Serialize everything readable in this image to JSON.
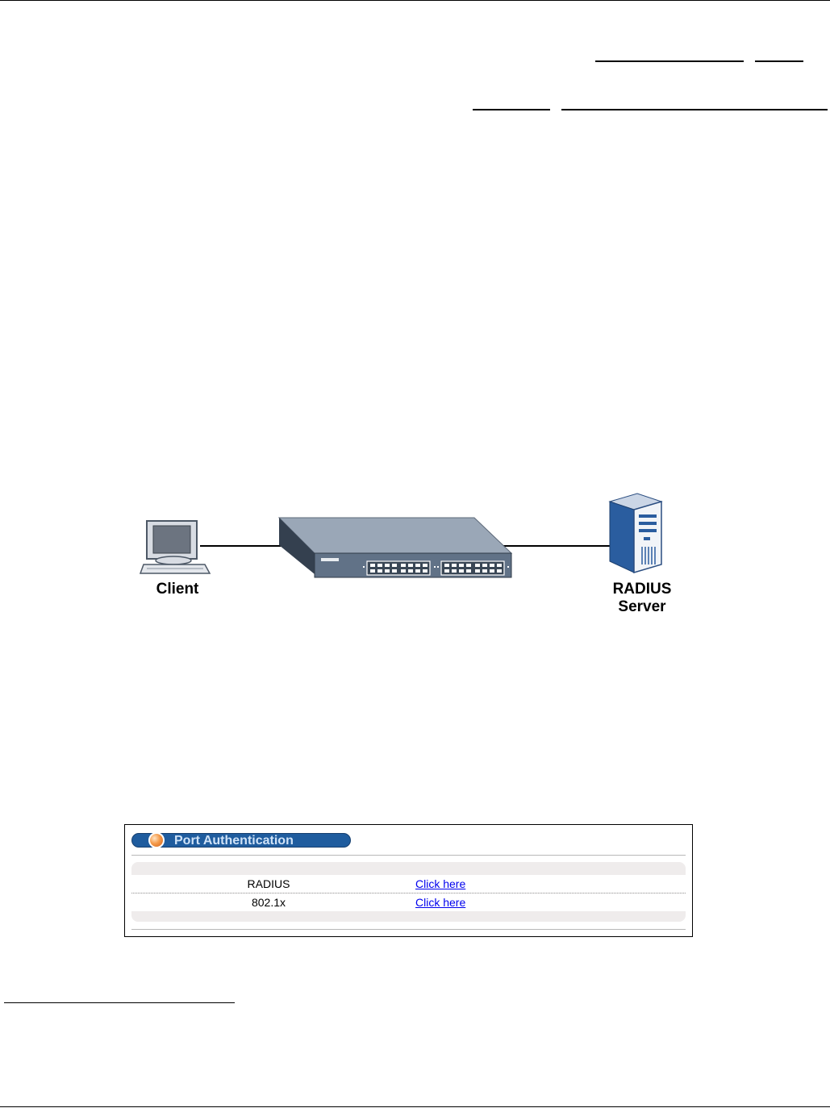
{
  "diagram": {
    "client_label": "Client",
    "server_label_line1": "RADIUS",
    "server_label_line2": "Server"
  },
  "screen": {
    "title": "Port Authentication",
    "rows": [
      {
        "name": "RADIUS",
        "link": "Click here"
      },
      {
        "name": "802.1x",
        "link": "Click here"
      }
    ]
  },
  "colors": {
    "title_bar": "#1f5c9e",
    "link": "#0000ee",
    "table_background": "#efecec"
  }
}
